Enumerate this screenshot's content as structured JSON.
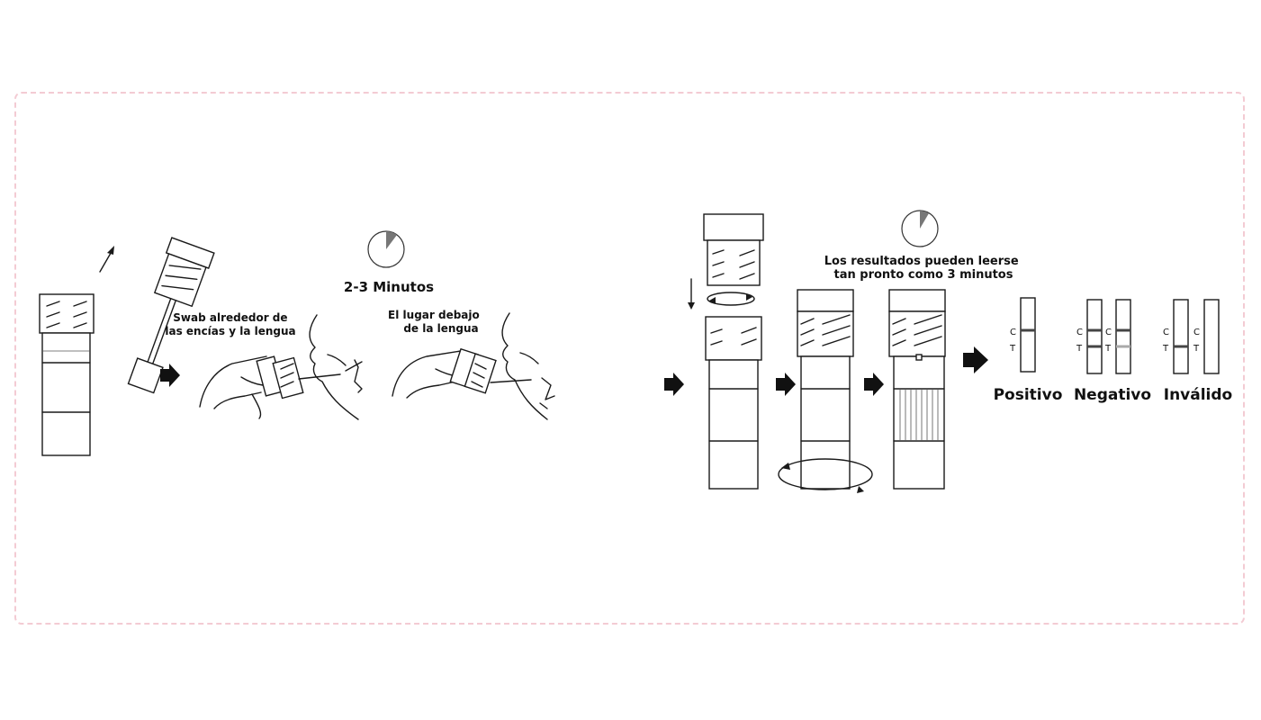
{
  "left_panel": {
    "timer_label": "2-3 Minutos",
    "swab_caption": [
      "Swab alrededor de",
      "las encías y la lengua"
    ],
    "under_tongue_caption": [
      "El lugar debajo",
      "de la lengua"
    ]
  },
  "right_panel": {
    "results_caption": [
      "Los resultados pueden leerse",
      "tan pronto como 3 minutos"
    ],
    "line_labels": {
      "control": "C",
      "test": "T"
    },
    "results": [
      {
        "label": "Positivo"
      },
      {
        "label": "Negativo"
      },
      {
        "label": "Inválido"
      }
    ]
  },
  "colors": {
    "frame_border": "#f3cbd3",
    "line_art": "#1a1a1a",
    "test_line": "#444444"
  }
}
